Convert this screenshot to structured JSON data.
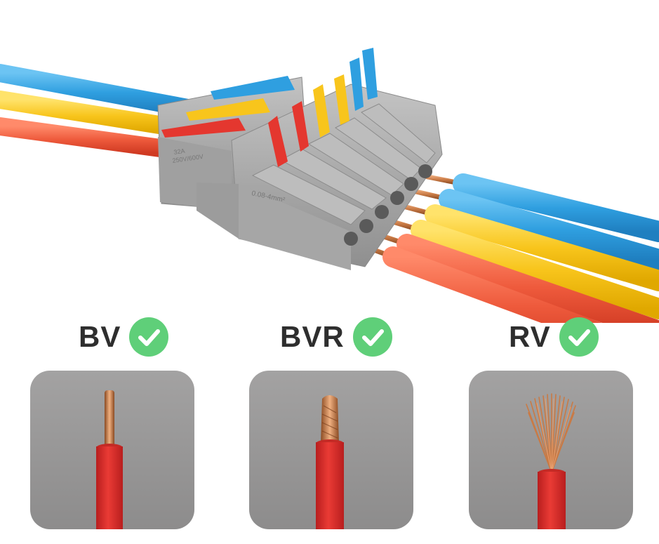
{
  "hero": {
    "connector_markings": {
      "rating_line1": "32A",
      "rating_line2": "250V/600V",
      "size": "0.08-4mm²"
    }
  },
  "wire_types": [
    {
      "label": "BV",
      "check_icon": "check-circle-icon"
    },
    {
      "label": "BVR",
      "check_icon": "check-circle-icon"
    },
    {
      "label": "RV",
      "check_icon": "check-circle-icon"
    }
  ],
  "colors": {
    "check_green": "#5fcf79",
    "card_gray": "#9a9999",
    "wire_red": "#e4372f",
    "wire_orange_red": "#ee5a3c",
    "wire_yellow": "#f8c51c",
    "wire_blue": "#2f9fe0",
    "connector_gray": "#a9a9a9",
    "copper": "#c97a45"
  }
}
